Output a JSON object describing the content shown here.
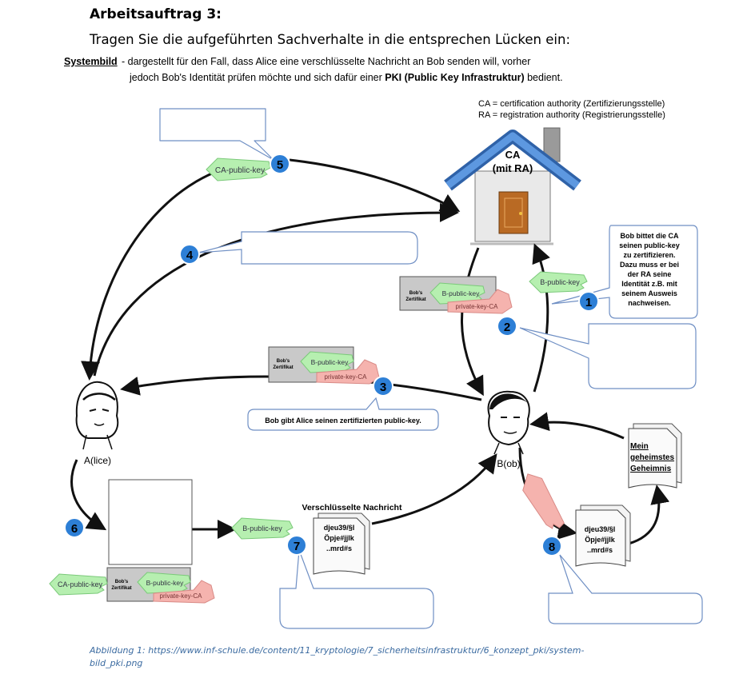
{
  "header": {
    "title": "Arbeitsauftrag 3:",
    "task": "Tragen Sie die aufgeführten Sachverhalte in die entsprechen Lücken ein:"
  },
  "systembild": {
    "label": "Systembild",
    "line1": " - dargestellt  für den Fall, dass Alice eine verschlüsselte Nachricht an Bob senden will, vorher",
    "line2_pre": "jedoch Bob's Identität prüfen möchte und sich dafür einer ",
    "line2_bold": "PKI (Public Key Infrastruktur)",
    "line2_post": " bedient."
  },
  "legend": {
    "ca": "CA = certification authority (Zertifizierungsstelle)",
    "ra": "RA = registration authority (Registrierungsstelle)"
  },
  "house": {
    "line1": "CA",
    "line2": "(mit RA)"
  },
  "actors": {
    "alice": "A(lice)",
    "bob": "B(ob)"
  },
  "keys": {
    "ca_public": "CA-public-key",
    "b_public": "B-public-key",
    "private_ca": "private-key-CA"
  },
  "certificate": {
    "title_line1": "Bob's",
    "title_line2": "Zertifikat"
  },
  "steps": [
    "1",
    "2",
    "3",
    "4",
    "5",
    "6",
    "7",
    "8"
  ],
  "callout1": [
    "Bob bittet die CA",
    "seinen public-key",
    "zu zertifizieren.",
    "Dazu muss er bei",
    "der RA seine",
    "Identität z.B. mit",
    "seinem Ausweis",
    "nachweisen."
  ],
  "callout3": "Bob gibt Alice seinen zertifizierten public-key.",
  "encrypted": {
    "title": "Verschlüsselte Nachricht",
    "lines": [
      "djeu39/§l",
      "Öpje#jjlk",
      "..mrd#s"
    ]
  },
  "plain_message": [
    "Mein",
    "geheimstes",
    "Geheimnis"
  ],
  "caption": {
    "line1": "Abbildung 1: https://www.inf-schule.de/content/11_kryptologie/7_sicherheitsinfrastruktur/6_konzept_pki/system-",
    "line2": "bild_pki.png"
  },
  "colors": {
    "step_badge": "#2d7fd6",
    "public_key": "#b6efb0",
    "private_key": "#f5b3ae",
    "house_roof": "#3f7ed0",
    "caption": "#3a6aa0"
  }
}
